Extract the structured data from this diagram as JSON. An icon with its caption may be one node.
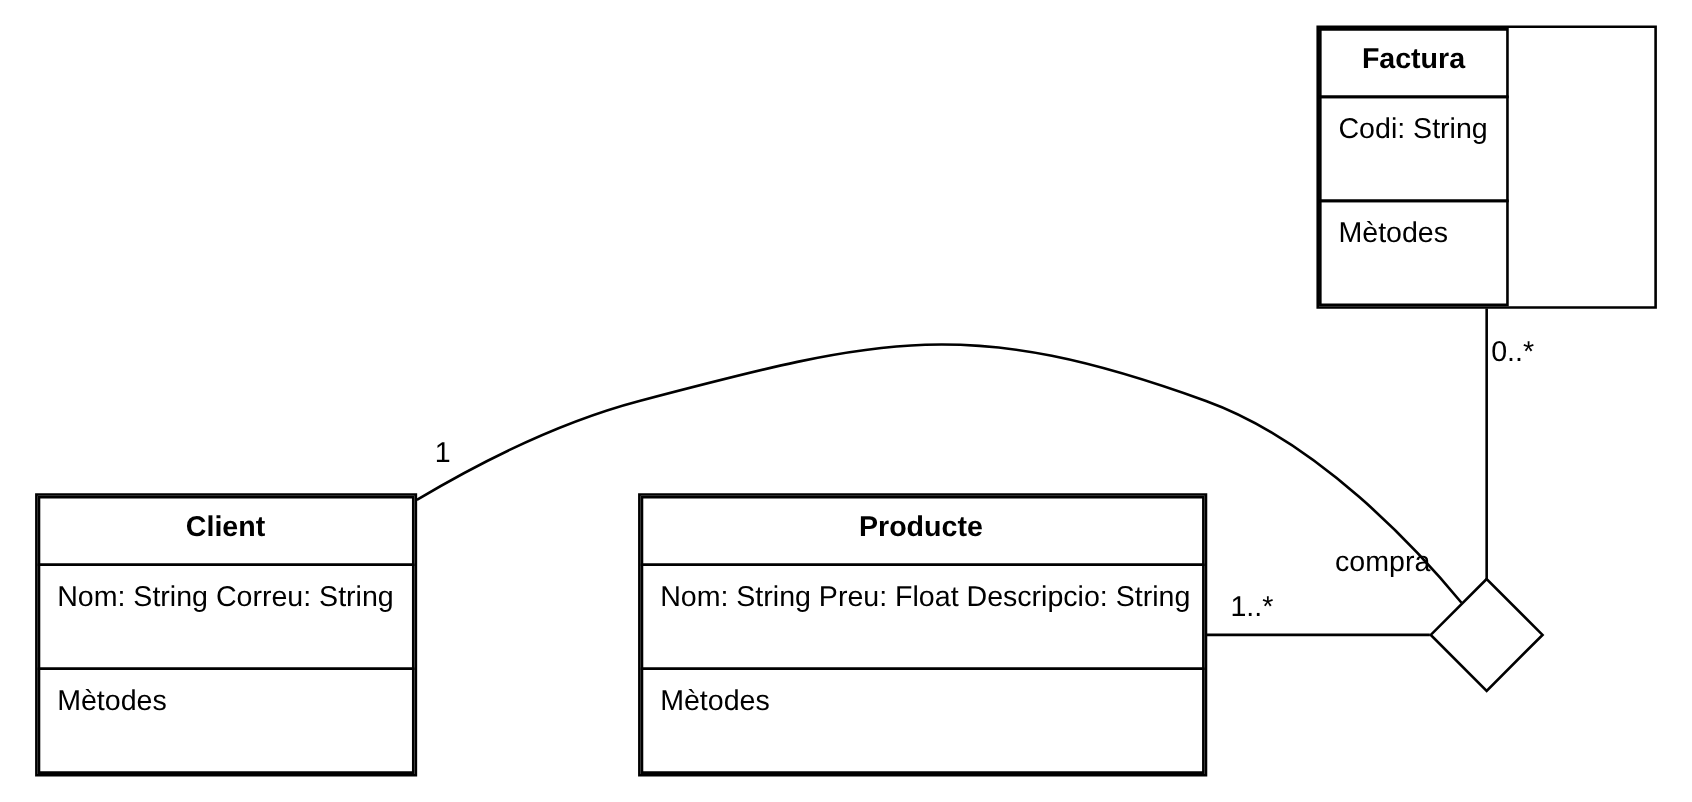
{
  "diagram": {
    "nodes": [
      {
        "text": [
          "Factura",
          "Codi: String",
          "Mètodes"
        ]
      },
      {
        "text": [
          "Client",
          "Nom: String Correu: String",
          "Mètodes"
        ]
      },
      {
        "text": [],
        "shape": "diamond",
        "beside": [
          "compra"
        ]
      },
      {
        "text": [
          "Producte",
          "Nom: String Preu: Float Descripcio: String",
          "Mètodes"
        ]
      }
    ],
    "edges": [
      {
        "from": 0,
        "to": 2,
        "arrow": "none",
        "label": "0..*"
      },
      {
        "from": 1,
        "to": 2,
        "arrow": "none",
        "label": "1"
      },
      {
        "from": 3,
        "to": 2,
        "arrow": "none",
        "label": "1..*"
      }
    ]
  }
}
